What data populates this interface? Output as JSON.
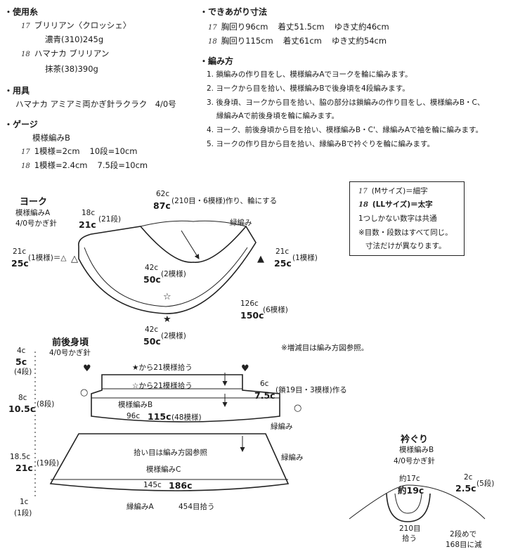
{
  "materials": {
    "heading": "・使用糸",
    "m": {
      "num": "17",
      "name": "ブリリアン〈クロッシェ〉",
      "color": "濃青(310)245g"
    },
    "ll": {
      "num": "18",
      "name": "ハマナカ ブリリアン",
      "color": "抹茶(38)390g"
    }
  },
  "tools": {
    "heading": "・用具",
    "text": "ハマナカ アミアミ両かぎ針ラクラク　4/0号"
  },
  "gauge": {
    "heading": "・ゲージ",
    "pattern": "模様編みB",
    "m": {
      "num": "17",
      "a": "1模様=2cm",
      "b": "10段=10cm"
    },
    "ll": {
      "num": "18",
      "a": "1模様=2.4cm",
      "b": "7.5段=10cm"
    }
  },
  "finished": {
    "heading": "・できあがり寸法",
    "m": {
      "num": "17",
      "chest": "胸回り96cm",
      "length": "着丈51.5cm",
      "sleeve": "ゆき丈約46cm"
    },
    "ll": {
      "num": "18",
      "chest": "胸回り115cm",
      "length": "着丈61cm",
      "sleeve": "ゆき丈約54cm"
    }
  },
  "method": {
    "heading": "・編み方",
    "steps": [
      "1. 鎖編みの作り目をし、模様編みAでヨークを輪に編みます。",
      "2. ヨークから目を拾い、模様編みBで後身頃を4段編みます。",
      "3. 後身頃、ヨークから目を拾い、脇の部分は鎖編みの作り目をし、模様編みB・C、",
      "　 縁編みAで前後身頃を輪に編みます。",
      "4. ヨーク、前後身頃から目を拾い、模様編みB・C'、縁編みAで袖を輪に編みます。",
      "5. ヨークの作り目から目を拾い、縁編みBで衿ぐりを輪に編みます。"
    ]
  },
  "legend": {
    "line1": "(Mサイズ)＝細字",
    "line2": "(LLサイズ)＝太字",
    "m_num": "17",
    "ll_num": "18",
    "line3": "1つしかない数字は共通",
    "line4": "※目数・段数はすべて同じ。",
    "line5": "寸法だけが異なります。"
  },
  "yoke": {
    "title": "ヨーク",
    "sub1": "模様編みA",
    "sub2": "4/0号かぎ針",
    "top_m": "62c",
    "top_ll": "87c",
    "top_note": "(210目・6模様)作り、輪にする",
    "depth_m": "18c",
    "depth_ll": "21c",
    "depth_rows": "(21段)",
    "edge_label": "緑編み",
    "left_m": "21c",
    "left_ll": "25c",
    "left_note": "(1模様)＝△",
    "right_m": "21c",
    "right_ll": "25c",
    "right_note": "(1模様)",
    "mid_m": "42c",
    "mid_ll": "50c",
    "mid_note": "(2模様)",
    "outer_m": "126c",
    "outer_ll": "150c",
    "outer_note": "(6模様)",
    "bot_m": "42c",
    "bot_ll": "50c",
    "bot_note": "(2模様)"
  },
  "body": {
    "title": "前後身頃",
    "sub": "4/0号かぎ針",
    "note": "※増減目は編み方図参照。",
    "s1_m": "4c",
    "s1_ll": "5c",
    "s1_rows": "(4段)",
    "pick_star_black": "★から21模様拾う",
    "pick_star_white": "☆から21模様拾う",
    "side_m": "6c",
    "side_ll": "7.5c",
    "side_note": "(鎖19目・3模様)作る",
    "s2_m": "8c",
    "s2_ll": "10.5c",
    "s2_rows": "(8段)",
    "pattern_b": "模様編みB",
    "w1_m": "96c",
    "w1_ll": "115c",
    "w1_note": "(48模様)",
    "edge1": "緑編み",
    "pickup_note": "拾い目は編み方図参照",
    "edge2": "緑編み",
    "s3_m": "18.5c",
    "s3_ll": "21c",
    "s3_rows": "(19段)",
    "pattern_c": "模様編みC",
    "w2_m": "145c",
    "w2_ll": "186c",
    "s4_m": "1c",
    "s4_rows": "(1段)",
    "edge_a": "縁編みA",
    "hem_note": "454目拾う"
  },
  "neck": {
    "title": "衿ぐり",
    "sub1": "模様編みB",
    "sub2": "4/0号かぎ針",
    "w_m": "約17c",
    "w_ll": "約19c",
    "h_m": "2c",
    "h_ll": "2.5c",
    "h_rows": "(5段)",
    "pick": "210目",
    "pick2": "拾う",
    "dec1": "2段めで",
    "dec2": "168目に減"
  }
}
